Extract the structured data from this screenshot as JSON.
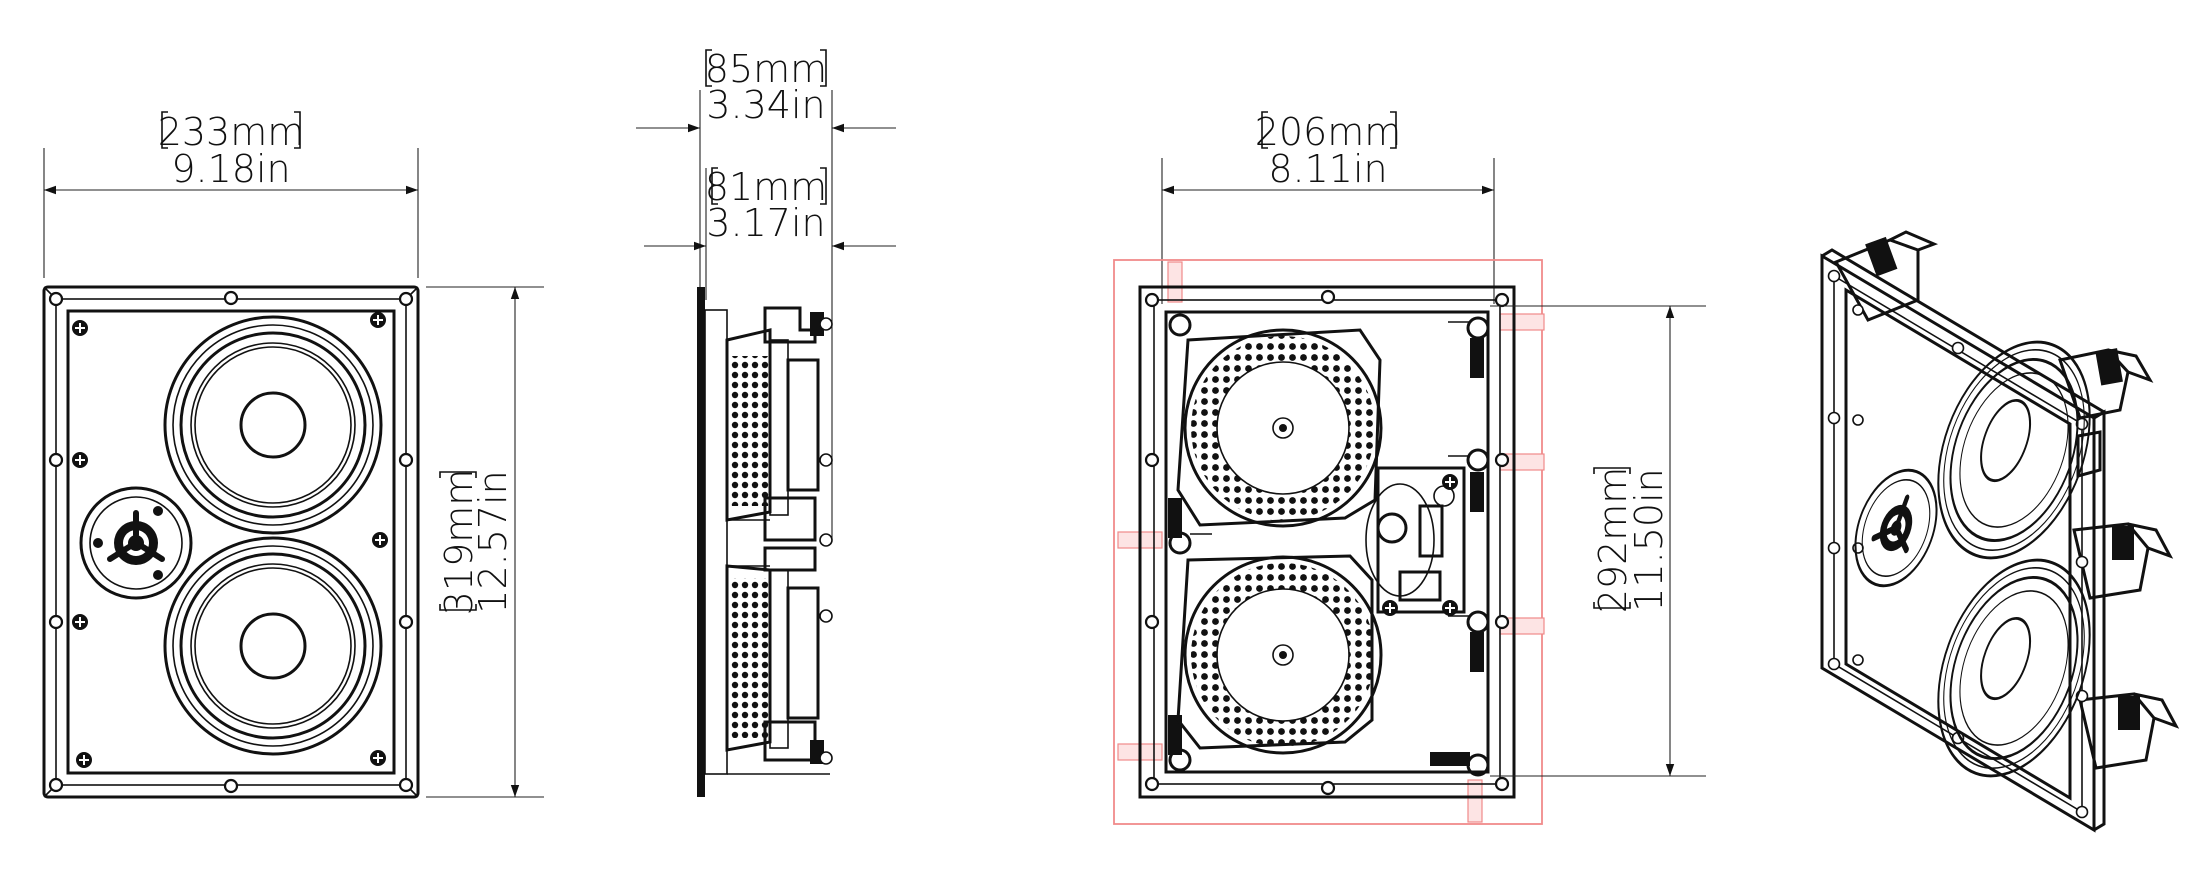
{
  "views": {
    "front": {
      "width_mm": "233mm",
      "width_in": "9.18in",
      "height_mm": "319mm",
      "height_in": "12.57in"
    },
    "side": {
      "depth_total_mm": "85mm",
      "depth_total_in": "3.34in",
      "depth_mount_mm": "81mm",
      "depth_mount_in": "3.17in"
    },
    "back": {
      "cutout_width_mm": "206mm",
      "cutout_width_in": "8.11in",
      "cutout_height_mm": "292mm",
      "cutout_height_in": "11.50in"
    }
  },
  "colors": {
    "line": "#111111",
    "cutout_outline": "#f08a8a"
  }
}
